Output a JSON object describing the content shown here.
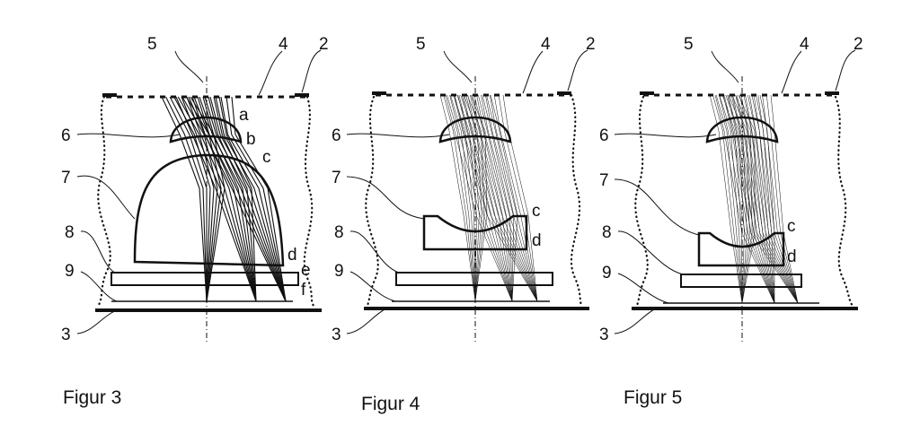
{
  "figures": [
    {
      "caption": "Figur 3",
      "labels": {
        "n5": "5",
        "n4": "4",
        "n2": "2",
        "n6": "6",
        "n7": "7",
        "n8": "8",
        "n9": "9",
        "n3": "3",
        "a": "a",
        "b": "b",
        "c": "c",
        "d": "d",
        "e": "e",
        "f": "f"
      }
    },
    {
      "caption": "Figur 4",
      "labels": {
        "n5": "5",
        "n4": "4",
        "n2": "2",
        "n6": "6",
        "n7": "7",
        "n8": "8",
        "n9": "9",
        "n3": "3",
        "c": "c",
        "d": "d"
      }
    },
    {
      "caption": "Figur 5",
      "labels": {
        "n5": "5",
        "n4": "4",
        "n2": "2",
        "n6": "6",
        "n7": "7",
        "n8": "8",
        "n9": "9",
        "n3": "3",
        "c": "c",
        "d": "d"
      }
    }
  ]
}
